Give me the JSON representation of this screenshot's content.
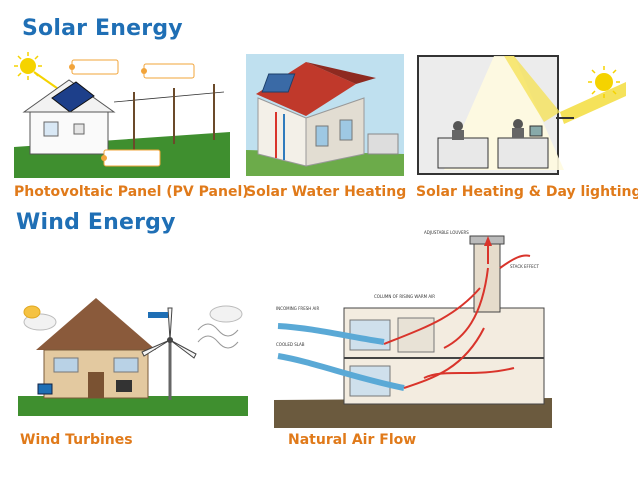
{
  "sections": {
    "solar": {
      "heading": "Solar Energy",
      "captions": {
        "pv": "Photovoltaic Panel (PV Panel)",
        "water": "Solar Water Heating",
        "daylight": "Solar Heating & Day lighting"
      }
    },
    "wind": {
      "heading": "Wind Energy",
      "captions": {
        "turbines": "Wind Turbines",
        "airflow": "Natural Air Flow"
      }
    }
  },
  "colors": {
    "heading": "#1f6fb5",
    "caption": "#e07a1a",
    "grass": "#3f8f2f",
    "sun": "#f5d300",
    "roof": "#c0392b",
    "arrow_warm": "#d9342b",
    "arrow_cool": "#5aa9d6"
  }
}
